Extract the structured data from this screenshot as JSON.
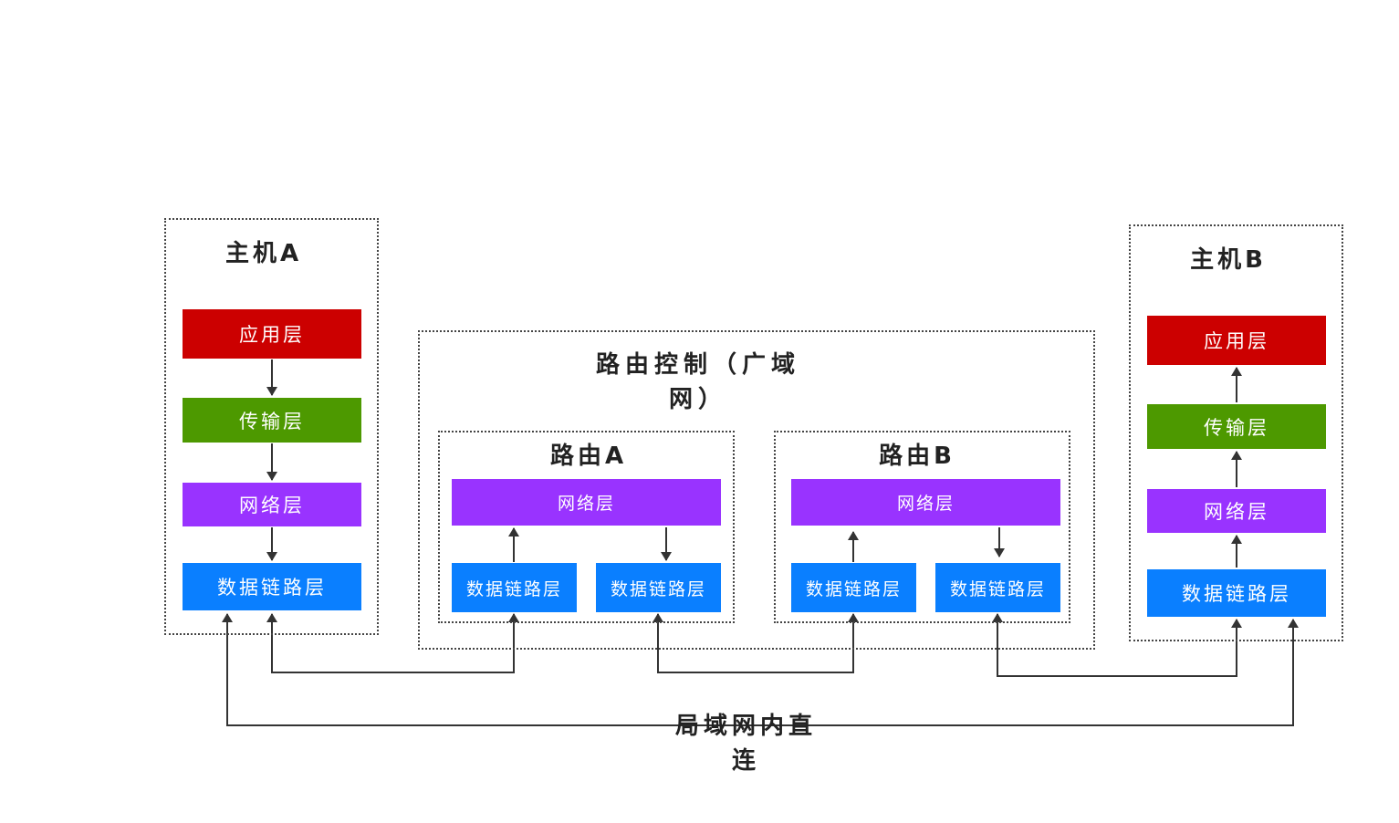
{
  "colors": {
    "application": "#cc0000",
    "transport": "#4d9900",
    "network": "#9933ff",
    "datalink": "#0a7fff",
    "line": "#333333"
  },
  "host_a": {
    "title": "主机A",
    "layers": {
      "application": "应用层",
      "transport": "传输层",
      "network": "网络层",
      "datalink": "数据链路层"
    }
  },
  "host_b": {
    "title": "主机B",
    "layers": {
      "application": "应用层",
      "transport": "传输层",
      "network": "网络层",
      "datalink": "数据链路层"
    }
  },
  "routing": {
    "title": "路由控制（广域网）",
    "router_a": {
      "title": "路由A",
      "network": "网络层",
      "datalink_left": "数据链路层",
      "datalink_right": "数据链路层"
    },
    "router_b": {
      "title": "路由B",
      "network": "网络层",
      "datalink_left": "数据链路层",
      "datalink_right": "数据链路层"
    }
  },
  "lan_label": "局域网内直连"
}
